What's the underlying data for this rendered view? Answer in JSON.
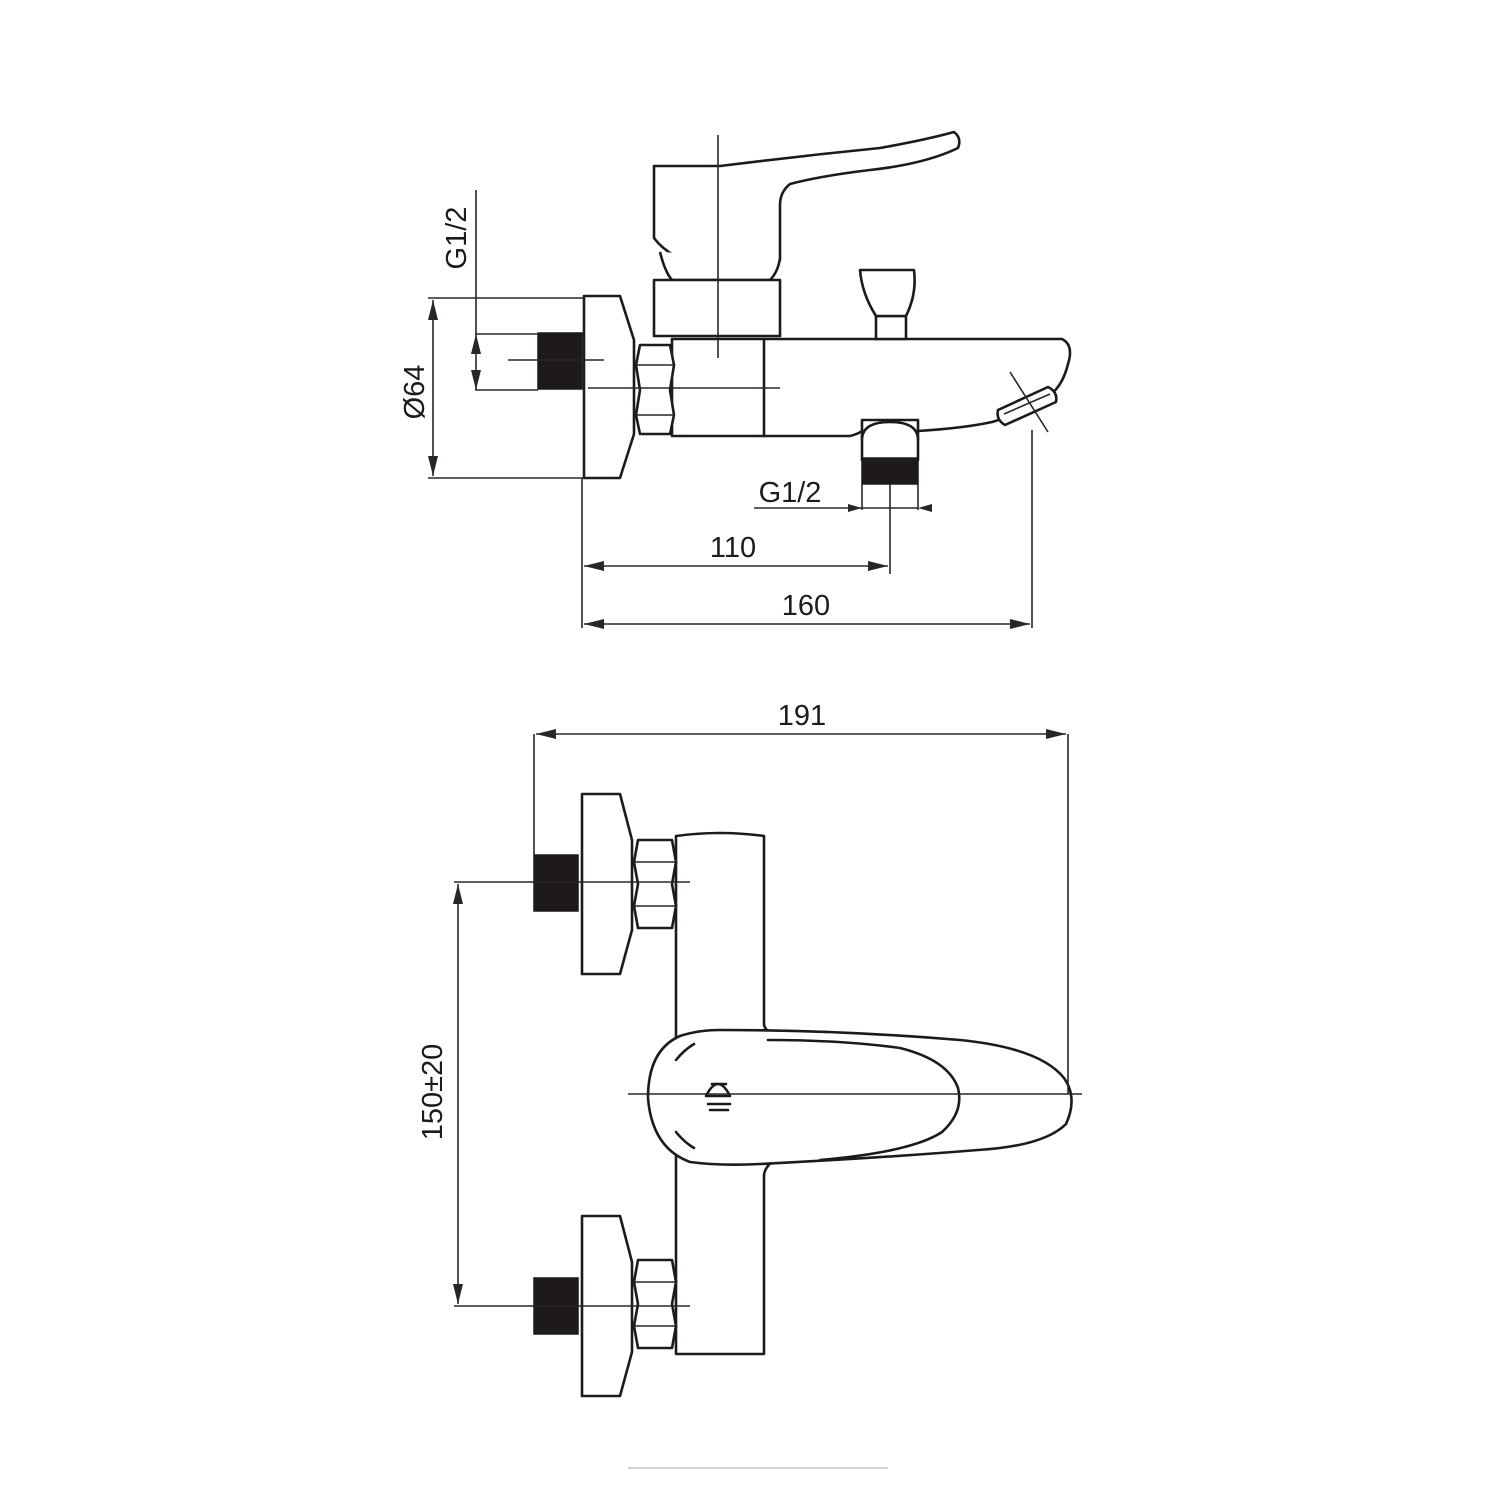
{
  "side_view": {
    "inlet_thread_label": "G1/2",
    "body_diameter_label": "Ø64",
    "outlet_thread_label": "G1/2",
    "outlet_distance_label": "110",
    "spout_reach_label": "160"
  },
  "top_view": {
    "overall_width_label": "191",
    "inlet_spacing_label": "150±20"
  }
}
